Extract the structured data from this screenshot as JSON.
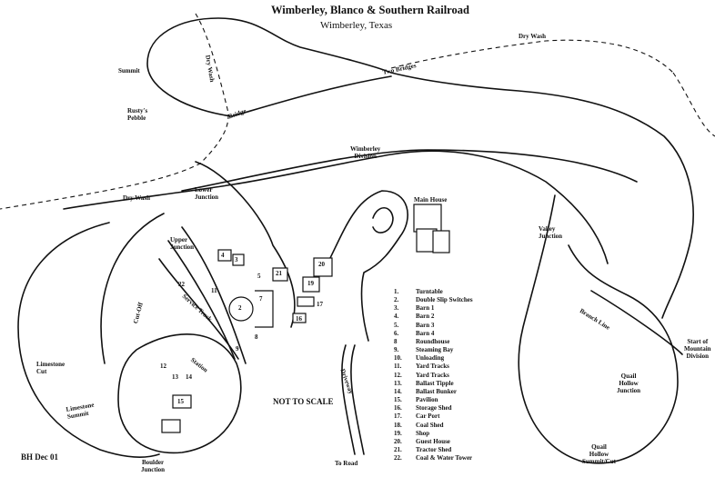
{
  "title": "Wimberley, Blanco & Southern Railroad",
  "subtitle": "Wimberley, Texas",
  "labels": {
    "dry_wash_top": "Dry Wash",
    "dry_wash_left": "Dry Wash",
    "dry_wash_vertical": "Dry Wash",
    "two_bridges": "Two Bridges",
    "summit": "Summit",
    "rustys_pebble": "Rusty's\nPebble",
    "bridge": "Bridge",
    "wimberley_division": "Wimberley\nDivision",
    "lower_junction": "Lower\nJunction",
    "upper_junction": "Upper\nJunction",
    "main_house": "Main House",
    "valley_junction": "Valley\nJunction",
    "branch_line": "Branch Line",
    "start_mountain_division": "Start of\nMountain\nDivision",
    "quail_hollow_junction": "Quail\nHollow\nJunction",
    "quail_hollow_summit": "Quail\nHollow\nSummit/Cut",
    "cut_off": "Cut-Off",
    "service_track": "Service Track",
    "station": "Station",
    "limestone_cut": "Limestone\nCut",
    "limestone_summit": "Limestone\nSummit",
    "boulder_junction": "Boulder\nJunction",
    "not_to_scale": "NOT TO SCALE",
    "driveway": "Driveway",
    "to_road": "To Road",
    "credit": "BH Dec 01"
  },
  "numbers": [
    "2",
    "4",
    "3",
    "5",
    "11",
    "20",
    "21",
    "19",
    "17",
    "16",
    "12",
    "13",
    "14",
    "15",
    "22",
    "7",
    "8",
    "9"
  ],
  "legend": [
    {
      "num": "1.",
      "text": "Turntable"
    },
    {
      "num": "2.",
      "text": "Double Slip Switches"
    },
    {
      "num": "3.",
      "text": "Barn 1"
    },
    {
      "num": "4.",
      "text": "Barn 2"
    },
    {
      "num": "5.",
      "text": "Barn 3"
    },
    {
      "num": "6.",
      "text": "Barn 4"
    },
    {
      "num": "8",
      "text": "Roundhouse"
    },
    {
      "num": "9.",
      "text": "Steaming Bay"
    },
    {
      "num": "10.",
      "text": "Unloading"
    },
    {
      "num": "11.",
      "text": "Yard Tracks"
    },
    {
      "num": "12.",
      "text": "Yard Tracks"
    },
    {
      "num": "13.",
      "text": "Ballast Tipple"
    },
    {
      "num": "14.",
      "text": "Ballast Bunker"
    },
    {
      "num": "15.",
      "text": "Pavilion"
    },
    {
      "num": "16.",
      "text": "Storage Shed"
    },
    {
      "num": "17.",
      "text": "Car Port"
    },
    {
      "num": "18.",
      "text": "Coal Shed"
    },
    {
      "num": "19.",
      "text": "Shop"
    },
    {
      "num": "20.",
      "text": "Guest House"
    },
    {
      "num": "21.",
      "text": "Tractor Shed"
    },
    {
      "num": "22.",
      "text": "Coal & Water Tower"
    }
  ]
}
